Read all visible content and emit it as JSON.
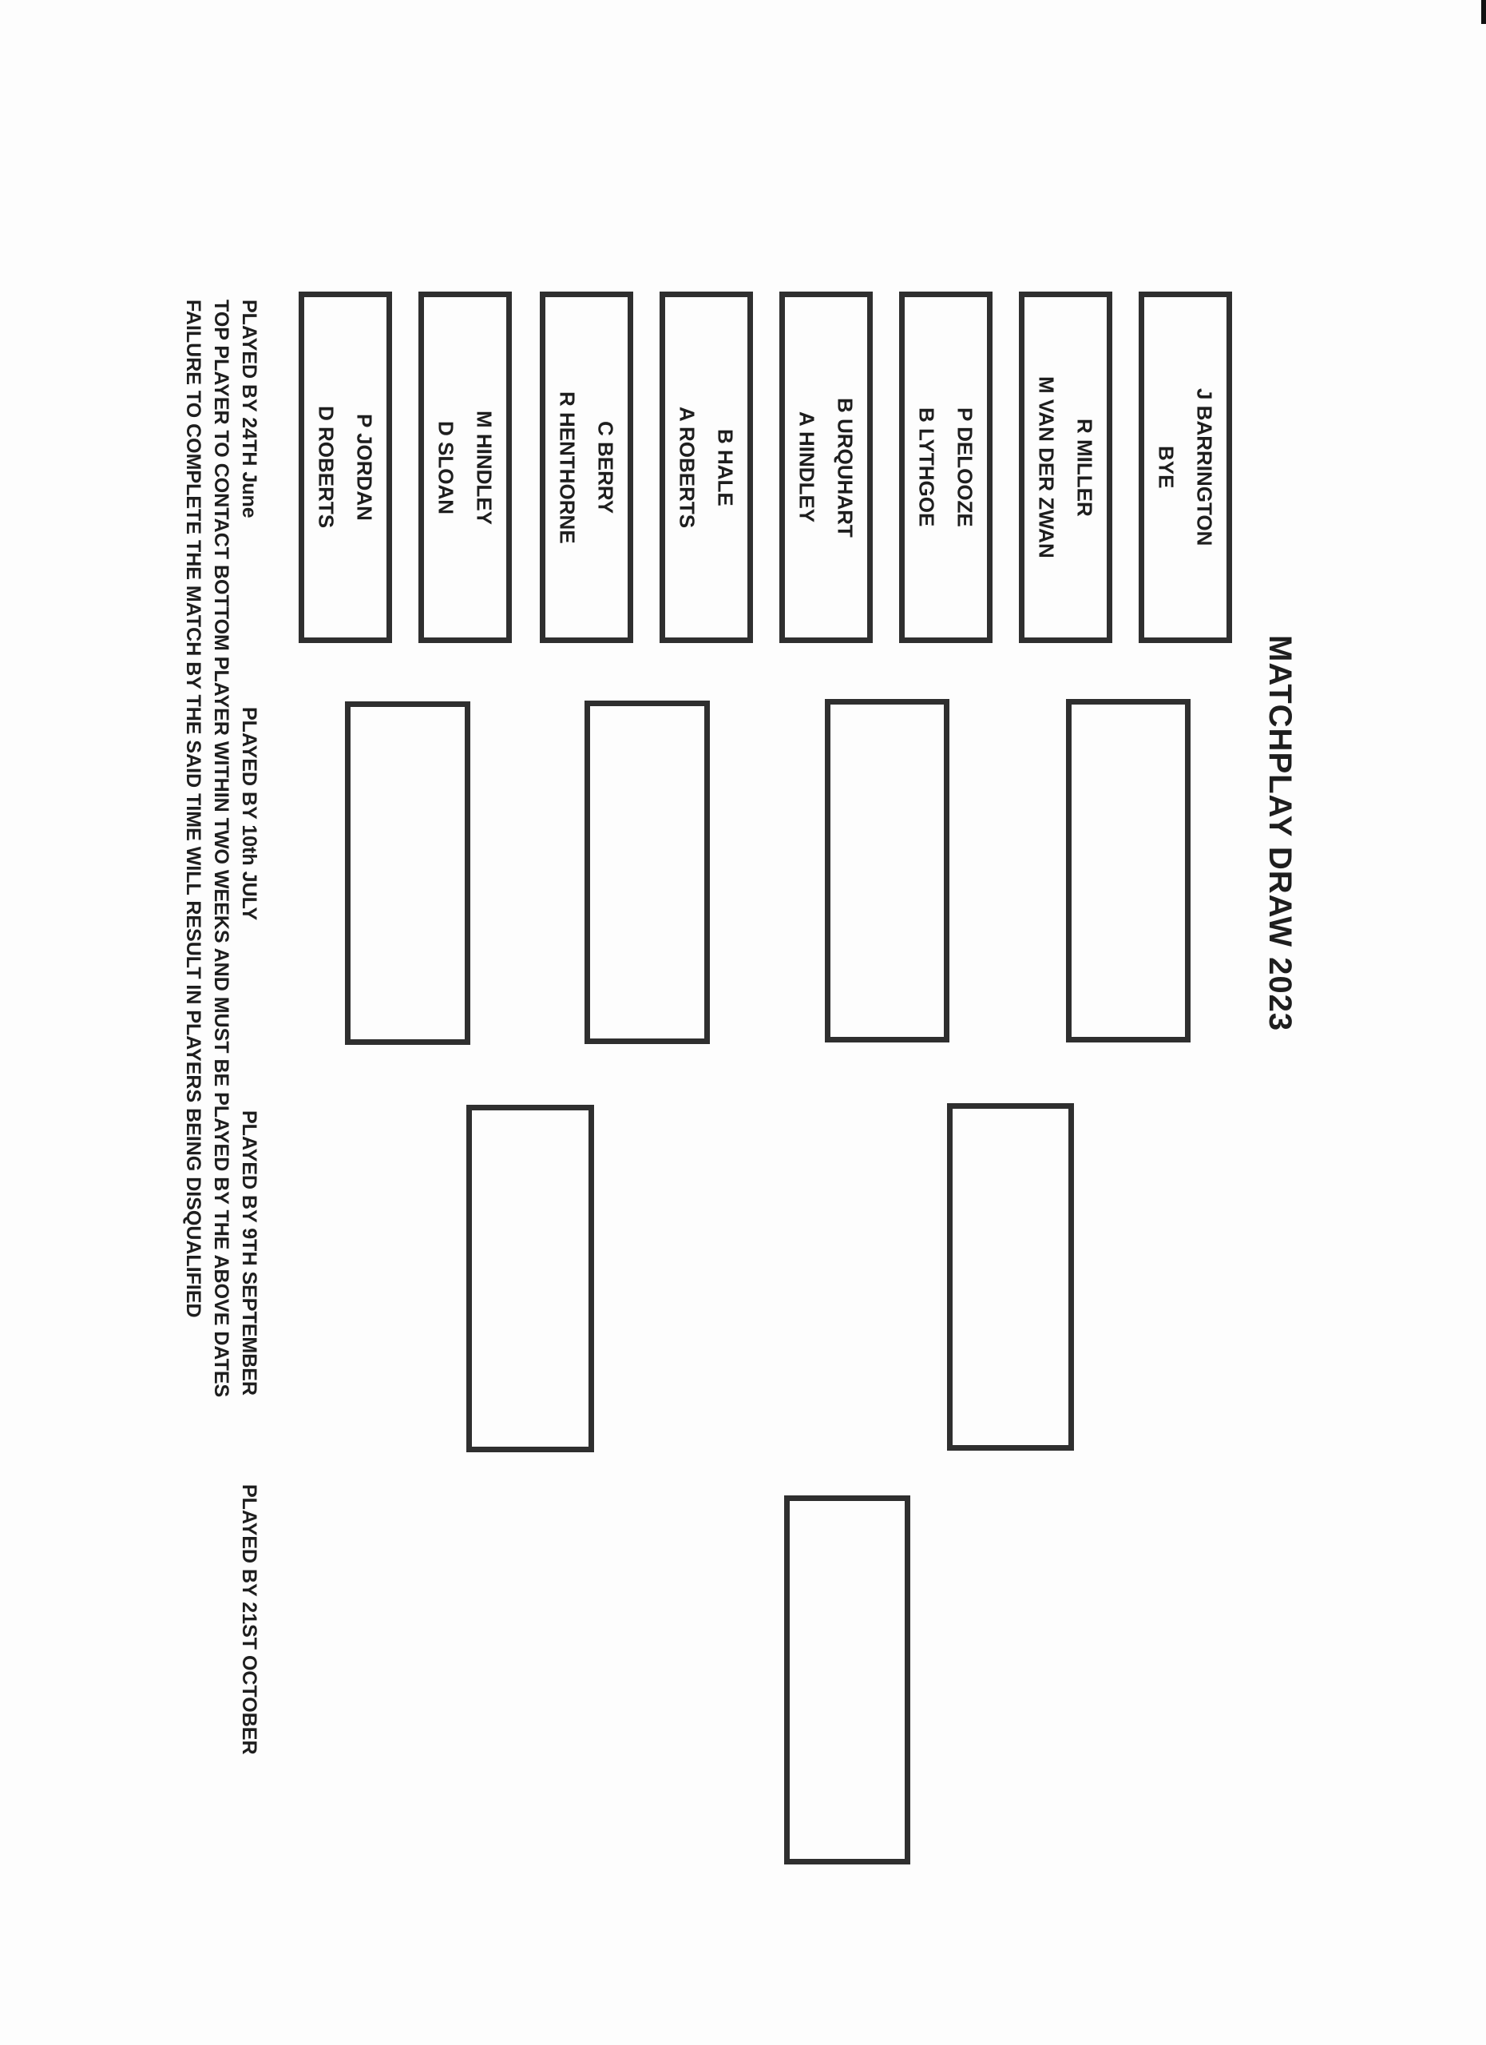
{
  "title": "MATCHPLAY DRAW 2023",
  "round1": [
    {
      "top": "J BARRINGTON",
      "bottom": "BYE"
    },
    {
      "top": "R MILLER",
      "bottom": "M VAN DER ZWAN"
    },
    {
      "top": "P DELOOZE",
      "bottom": "B LYTHGOE"
    },
    {
      "top": "B URQUHART",
      "bottom": "A HINDLEY"
    },
    {
      "top": "B HALE",
      "bottom": "A ROBERTS"
    },
    {
      "top": "C BERRY",
      "bottom": "R HENTHORNE"
    },
    {
      "top": "M HINDLEY",
      "bottom": "D SLOAN"
    },
    {
      "top": "P JORDAN",
      "bottom": "D ROBERTS"
    }
  ],
  "dates": {
    "round1": "PLAYED BY 24TH June",
    "round2": "PLAYED BY  10th JULY",
    "round3": "PLAYED BY 9TH  SEPTEMBER",
    "final": "PLAYED BY 21ST OCTOBER"
  },
  "rules": [
    "TOP PLAYER TO CONTACT BOTTOM PLAYER WITHIN TWO WEEKS AND MUST BE PLAYED BY THE ABOVE DATES",
    "FAILURE TO COMPLETE THE MATCH BY THE SAID TIME WILL RESULT IN PLAYERS BEING DISQUALIFIED"
  ]
}
